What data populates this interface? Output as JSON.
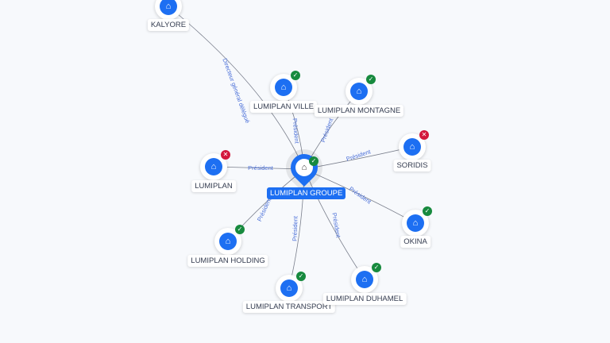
{
  "center": {
    "label": "LUMIPLAN GROUPE",
    "status": "active"
  },
  "nodes": [
    {
      "label": "KALYORE",
      "status": "active",
      "edge": "Directeur général délégué"
    },
    {
      "label": "LUMIPLAN VILLE",
      "status": "active",
      "edge": "Président"
    },
    {
      "label": "LUMIPLAN MONTAGNE",
      "status": "active",
      "edge": "Président"
    },
    {
      "label": "SORIDIS",
      "status": "closed",
      "edge": "Président"
    },
    {
      "label": "LUMIPLAN",
      "status": "closed",
      "edge": "Président"
    },
    {
      "label": "OKINA",
      "status": "active",
      "edge": "Président"
    },
    {
      "label": "LUMIPLAN HOLDING",
      "status": "active",
      "edge": "Président"
    },
    {
      "label": "LUMIPLAN TRANSPORT",
      "status": "active",
      "edge": "Président"
    },
    {
      "label": "LUMIPLAN DUHAMEL",
      "status": "active",
      "edge": "Président"
    }
  ],
  "colors": {
    "accent": "#1d6ff2",
    "active": "#178a3e",
    "closed": "#d3173c"
  }
}
